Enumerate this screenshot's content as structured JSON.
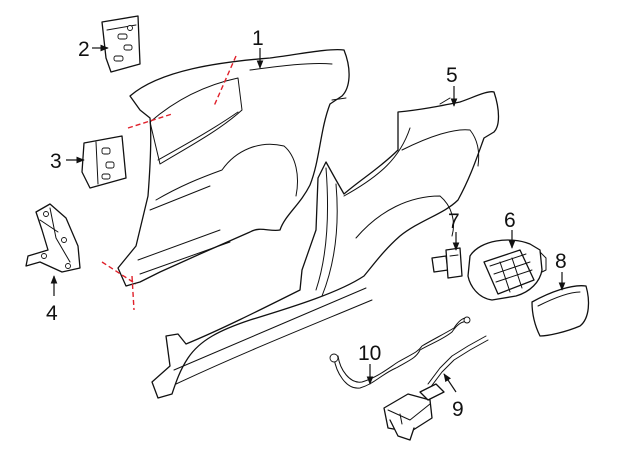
{
  "callouts": [
    {
      "id": "1",
      "label": "1"
    },
    {
      "id": "2",
      "label": "2"
    },
    {
      "id": "3",
      "label": "3"
    },
    {
      "id": "4",
      "label": "4"
    },
    {
      "id": "5",
      "label": "5"
    },
    {
      "id": "6",
      "label": "6"
    },
    {
      "id": "7",
      "label": "7"
    },
    {
      "id": "8",
      "label": "8"
    },
    {
      "id": "9",
      "label": "9"
    },
    {
      "id": "10",
      "label": "10"
    }
  ],
  "colors": {
    "line": "#111111",
    "cut_line": "#e0202a",
    "background": "#ffffff"
  }
}
